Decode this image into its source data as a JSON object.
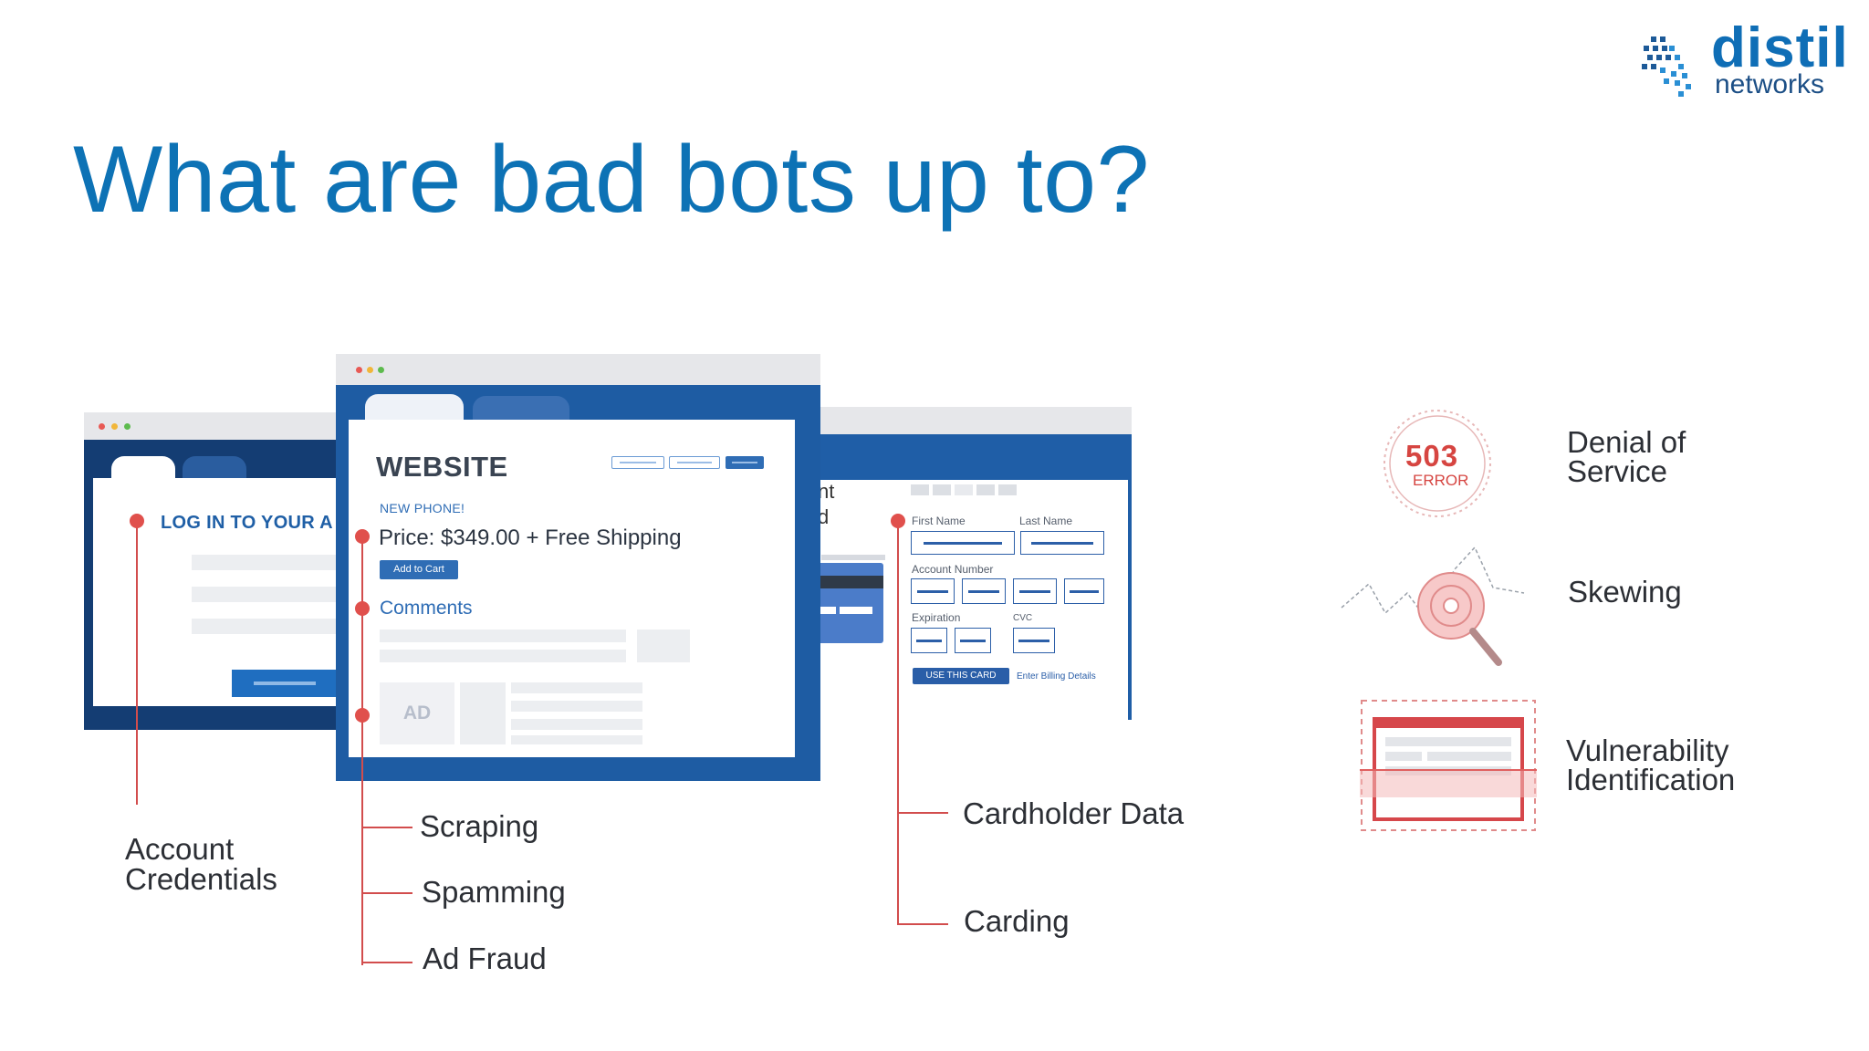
{
  "title": "What are bad bots up to?",
  "logo": {
    "name": "distil",
    "subtitle": "networks",
    "icon": "distil-diamond-dots-icon",
    "colors": {
      "primary": "#0f6eb6",
      "secondary": "#1c4f86"
    }
  },
  "colors": {
    "title": "#0d72b5",
    "accent_red": "#e0504c",
    "window_navy": "#143d73",
    "window_blue": "#1e5ca3"
  },
  "login_window": {
    "heading": "LOG IN TO YOUR A"
  },
  "website_window": {
    "brand": "WEBSITE",
    "tag": "NEW PHONE!",
    "price": "Price: $349.00 + Free Shipping",
    "add_to_cart": "Add to Cart",
    "comments": "Comments",
    "ad": "AD"
  },
  "card_window": {
    "partial_1": "nt",
    "partial_2": "d",
    "first_name": "First Name",
    "last_name": "Last Name",
    "account_number": "Account Number",
    "expiration": "Expiration",
    "cvc": "CVC",
    "use_card": "USE THIS CARD",
    "billing_link": "Enter Billing Details"
  },
  "labels": {
    "account_credentials_1": "Account",
    "account_credentials_2": "Credentials",
    "scraping": "Scraping",
    "spamming": "Spamming",
    "ad_fraud": "Ad Fraud",
    "cardholder_data": "Cardholder Data",
    "carding": "Carding"
  },
  "threats": [
    {
      "icon": "error-503-icon",
      "label_1": "Denial of",
      "label_2": "Service"
    },
    {
      "icon": "skewing-magnifier-chart-icon",
      "label_1": "Skewing",
      "label_2": ""
    },
    {
      "icon": "vulnerability-scan-window-icon",
      "label_1": "Vulnerability",
      "label_2": "Identification"
    }
  ],
  "error_icon": {
    "code": "503",
    "text": "ERROR"
  }
}
